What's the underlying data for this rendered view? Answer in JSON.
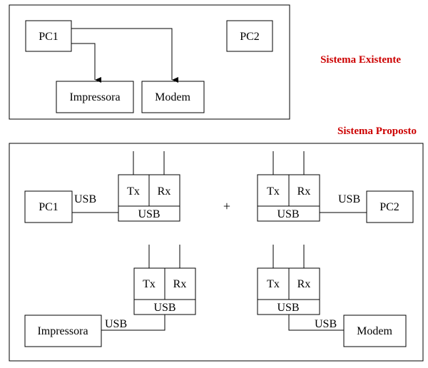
{
  "existing": {
    "title": "Sistema Existente",
    "pc1": "PC1",
    "pc2": "PC2",
    "printer": "Impressora",
    "modem": "Modem"
  },
  "proposed": {
    "title": "Sistema Proposto",
    "plus": "+",
    "pc1": "PC1",
    "pc2": "PC2",
    "printer": "Impressora",
    "modem": "Modem",
    "tx": "Tx",
    "rx": "Rx",
    "usb": "USB"
  },
  "colors": {
    "title": "#cc0000",
    "line": "#000000"
  }
}
